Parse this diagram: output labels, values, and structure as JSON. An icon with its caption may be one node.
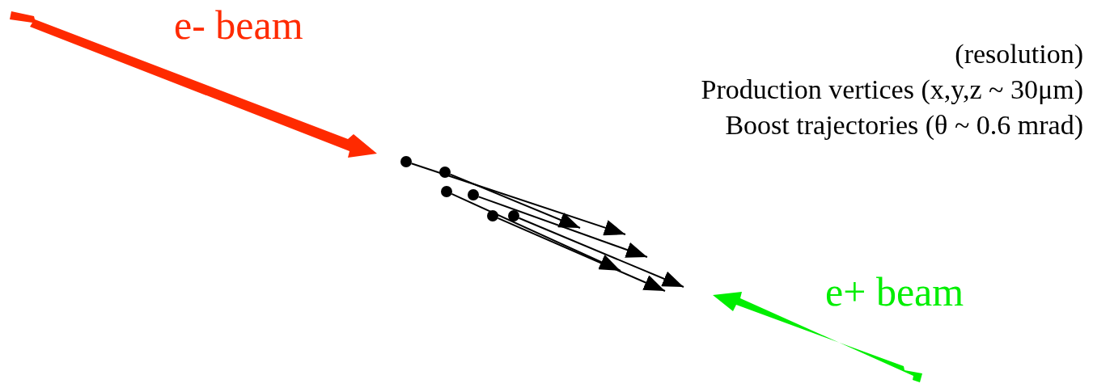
{
  "diagram": {
    "nodes": [
      {
        "text": [],
        "shape": "circle"
      },
      {
        "text": [],
        "shape": "circle"
      },
      {
        "text": [],
        "shape": "circle"
      },
      {
        "text": [],
        "shape": "circle"
      },
      {
        "text": [],
        "shape": "circle"
      },
      {
        "text": [],
        "shape": "circle"
      }
    ],
    "edges": [
      {
        "from": 0,
        "to": null,
        "arrow": "to"
      },
      {
        "from": 1,
        "to": null,
        "arrow": "to"
      },
      {
        "from": 2,
        "to": null,
        "arrow": "to"
      },
      {
        "from": 3,
        "to": null,
        "arrow": "to"
      },
      {
        "from": 4,
        "to": null,
        "arrow": "to"
      },
      {
        "from": 5,
        "to": null,
        "arrow": "to"
      }
    ],
    "labels": [
      "e- beam",
      "(resolution)",
      "Production vertices (x,y,z ~ 30μm)",
      "Boost trajectories (θ ~ 0.6 mrad)",
      "e+ beam"
    ]
  }
}
